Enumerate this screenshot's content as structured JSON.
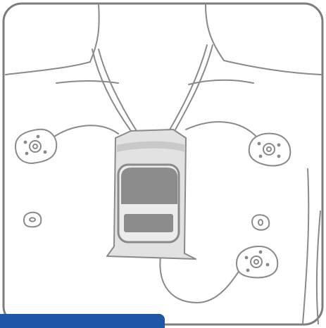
{
  "colors": {
    "background": "#ffffff",
    "panel_border": "#7d7d7d",
    "line": "#8a8a8a",
    "pouch_fill": "#e2e2e2",
    "pouch_band": "#c9c9c9",
    "device_dark": "#8c8c8c",
    "device_light": "#ececec",
    "electrode_fill": "#ffffff",
    "accent_bar": "#1f57a8"
  },
  "icons": {
    "electrodes": [
      "electrode-icon-upper-left",
      "electrode-icon-upper-right",
      "electrode-icon-lower-right"
    ],
    "small_pads": [
      "skin-pad-icon-left",
      "skin-pad-icon-right"
    ],
    "monitor": "holter-monitor-icon"
  }
}
